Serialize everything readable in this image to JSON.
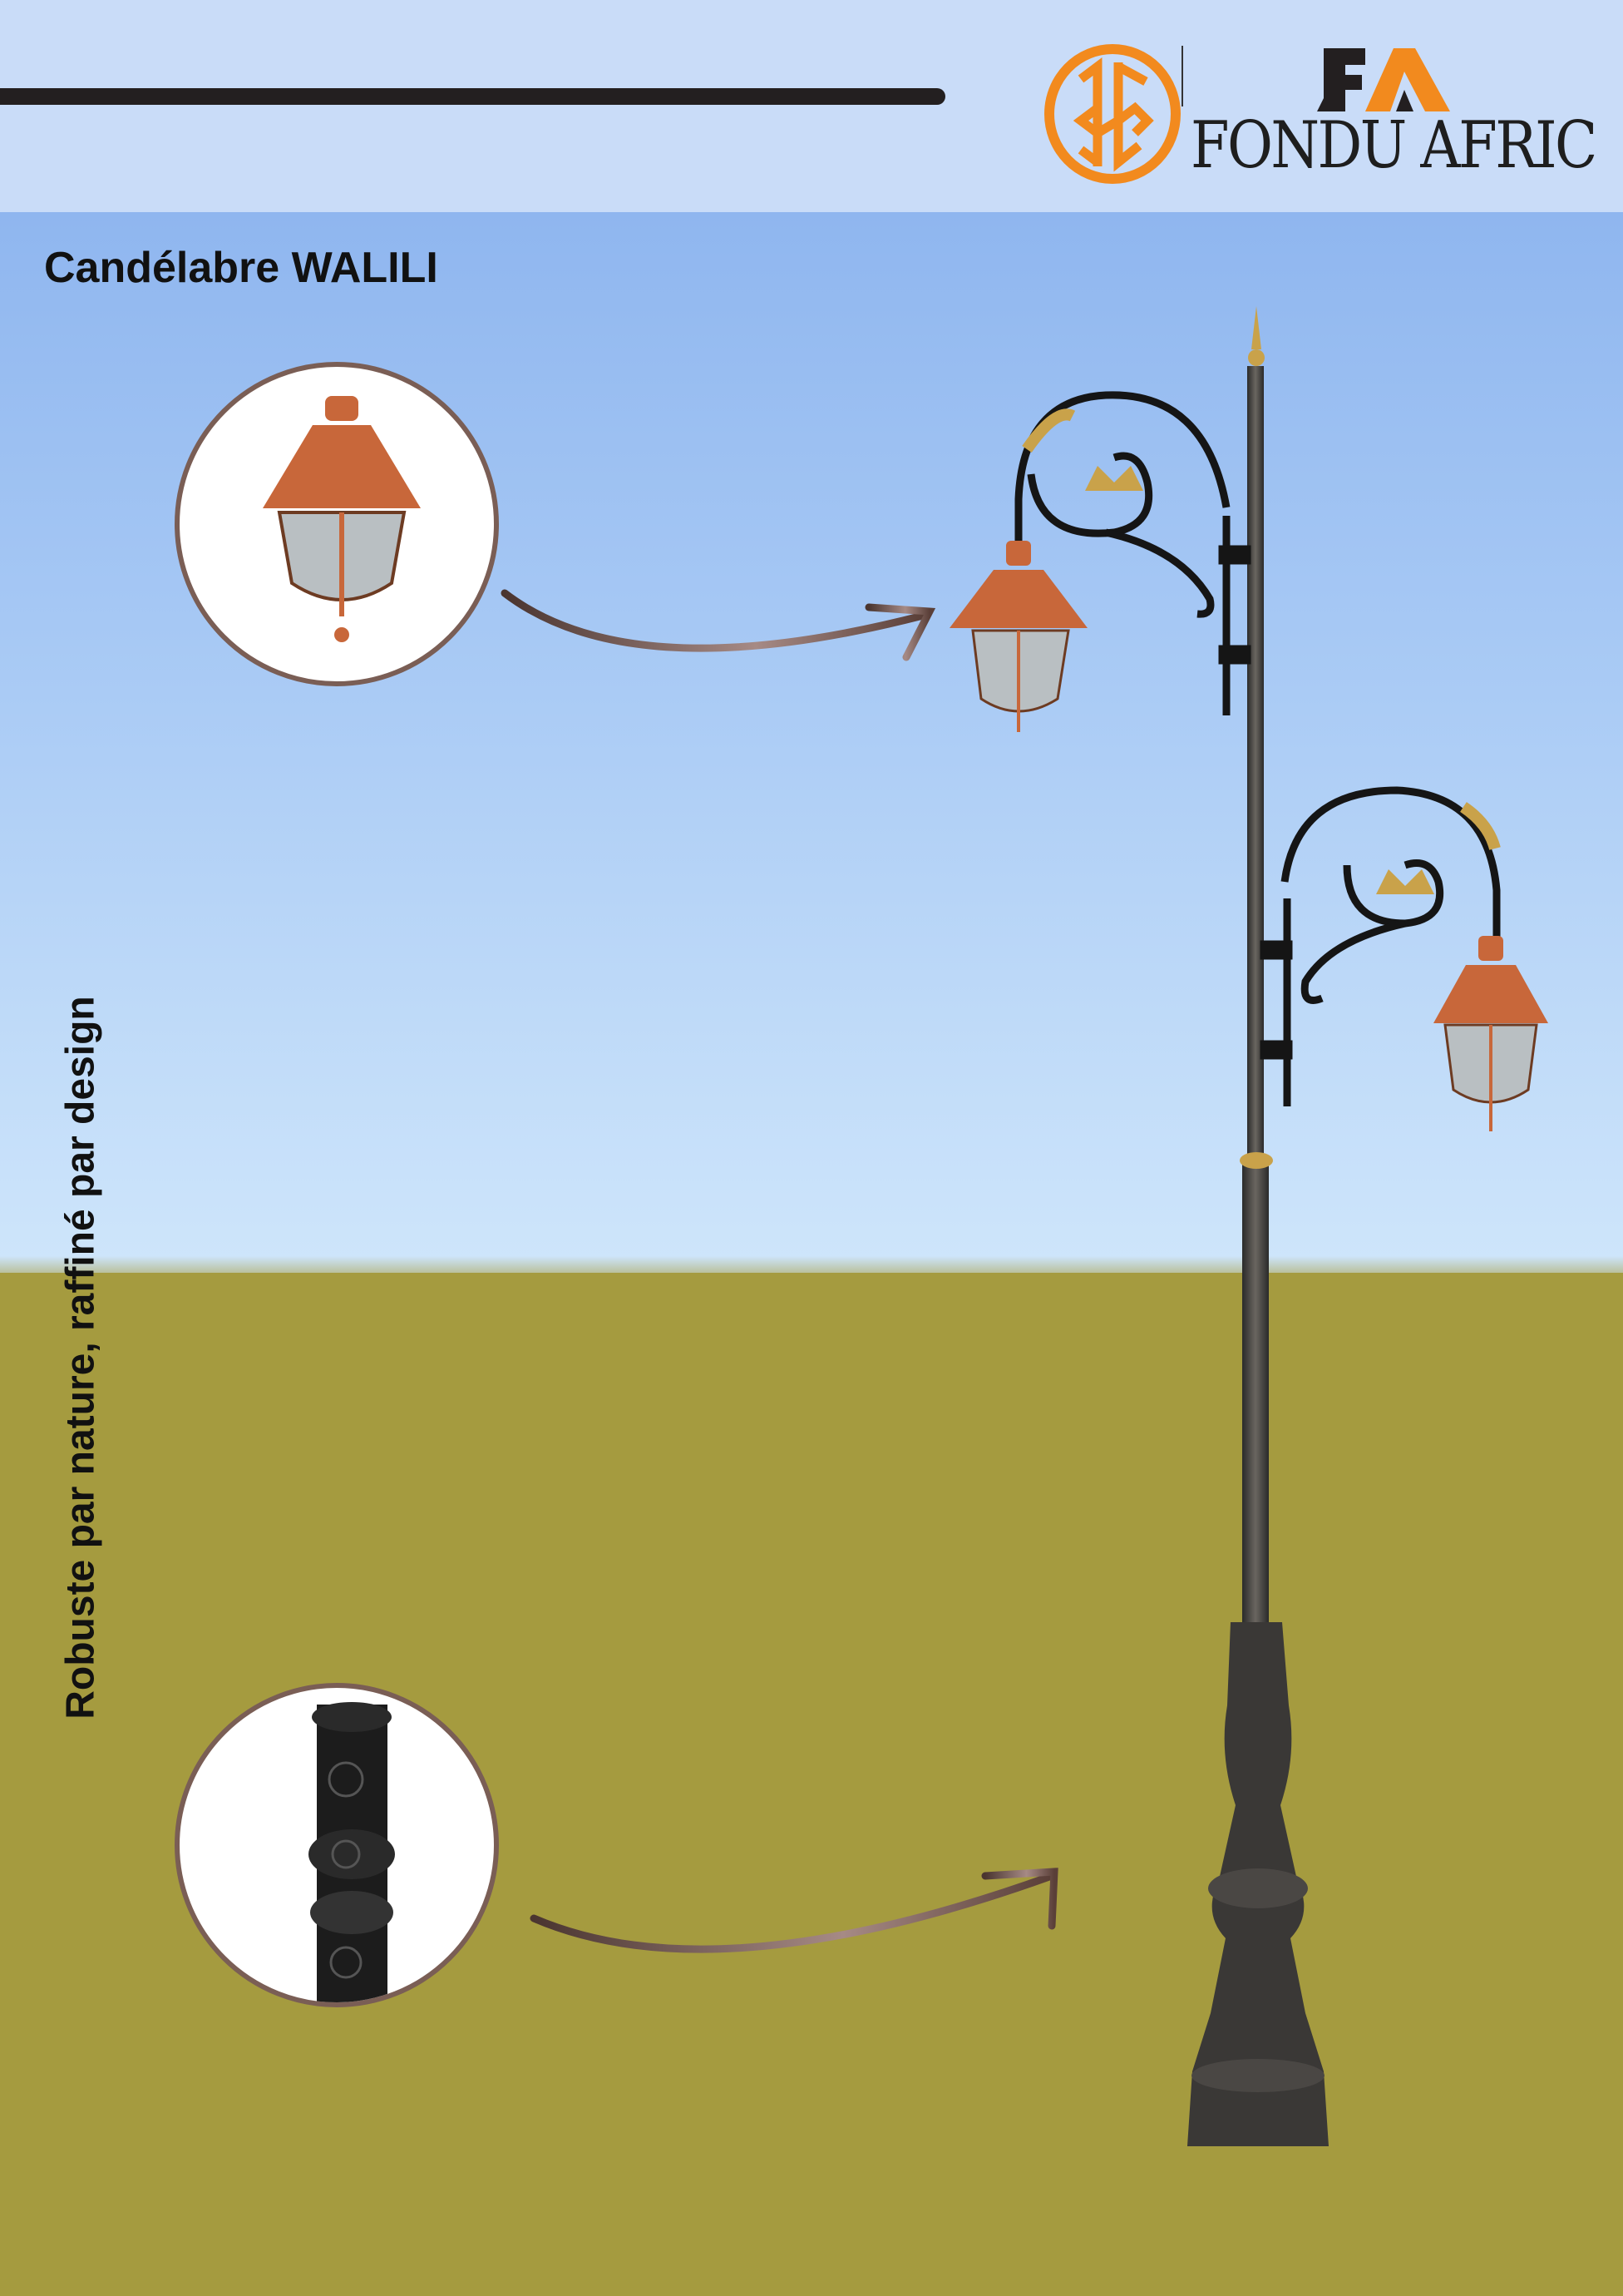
{
  "header": {
    "brand_initials": "FA",
    "brand_name": "FONDU AFRIC"
  },
  "product": {
    "title": "Candélabre WALILI"
  },
  "tagline": "Robuste par nature,  raffiné par design",
  "details": [
    {
      "name": "lantern-detail",
      "icon": "lantern"
    },
    {
      "name": "pole-base-detail",
      "icon": "ornate-column"
    }
  ],
  "colors": {
    "brand_orange": "#f28a1e",
    "sky": "#aacbf5",
    "ground": "#a59b3f",
    "copper": "#c8673a",
    "iron": "#2c2c2c"
  }
}
